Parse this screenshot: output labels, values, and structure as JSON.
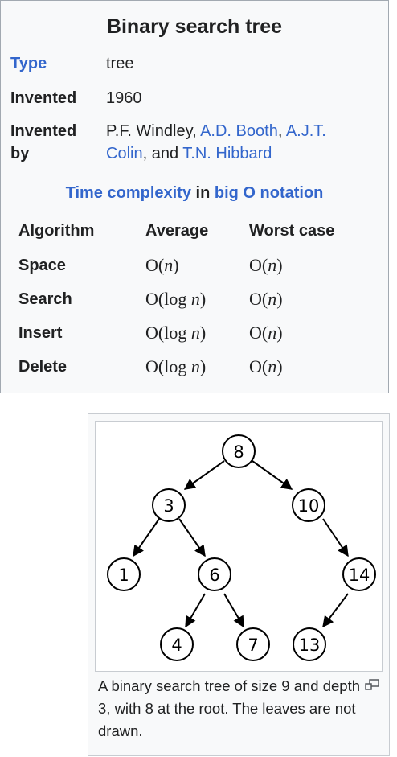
{
  "infobox": {
    "title": "Binary search tree",
    "rows": [
      {
        "label": "Type",
        "value": "tree"
      },
      {
        "label": "Invented",
        "value": "1960"
      },
      {
        "label_line1": "Invented",
        "label_line2": "by",
        "value_parts": {
          "p1": "P.F. Windley, ",
          "l1": "A.D. Booth",
          "p2": ", ",
          "l2": "A.J.T. Colin",
          "p3": ", and ",
          "l3": "T.N. Hibbard"
        }
      }
    ],
    "subheader": {
      "link1": "Time complexity",
      "mid": " in ",
      "link2": "big O notation"
    },
    "table": {
      "headers": [
        "Algorithm",
        "Average",
        "Worst case"
      ],
      "rows": [
        {
          "name": "Space",
          "average": {
            "pre": "O(",
            "var": "n",
            "post": ")"
          },
          "worst": {
            "pre": "O(",
            "var": "n",
            "post": ")"
          }
        },
        {
          "name": "Search",
          "average": {
            "pre": "O(log ",
            "var": "n",
            "post": ")"
          },
          "worst": {
            "pre": "O(",
            "var": "n",
            "post": ")"
          }
        },
        {
          "name": "Insert",
          "average": {
            "pre": "O(log ",
            "var": "n",
            "post": ")"
          },
          "worst": {
            "pre": "O(",
            "var": "n",
            "post": ")"
          }
        },
        {
          "name": "Delete",
          "average": {
            "pre": "O(log ",
            "var": "n",
            "post": ")"
          },
          "worst": {
            "pre": "O(",
            "var": "n",
            "post": ")"
          }
        }
      ]
    }
  },
  "figure": {
    "nodes": [
      "8",
      "3",
      "10",
      "1",
      "6",
      "14",
      "4",
      "7",
      "13"
    ],
    "caption": "A binary search tree of size 9 and depth 3, with 8 at the root. The leaves are not drawn.",
    "enlarge_icon": "magnify-clip-icon"
  },
  "colors": {
    "link": "#3366cc",
    "box_bg": "#f8f9fa",
    "border": "#a2a9b1"
  }
}
